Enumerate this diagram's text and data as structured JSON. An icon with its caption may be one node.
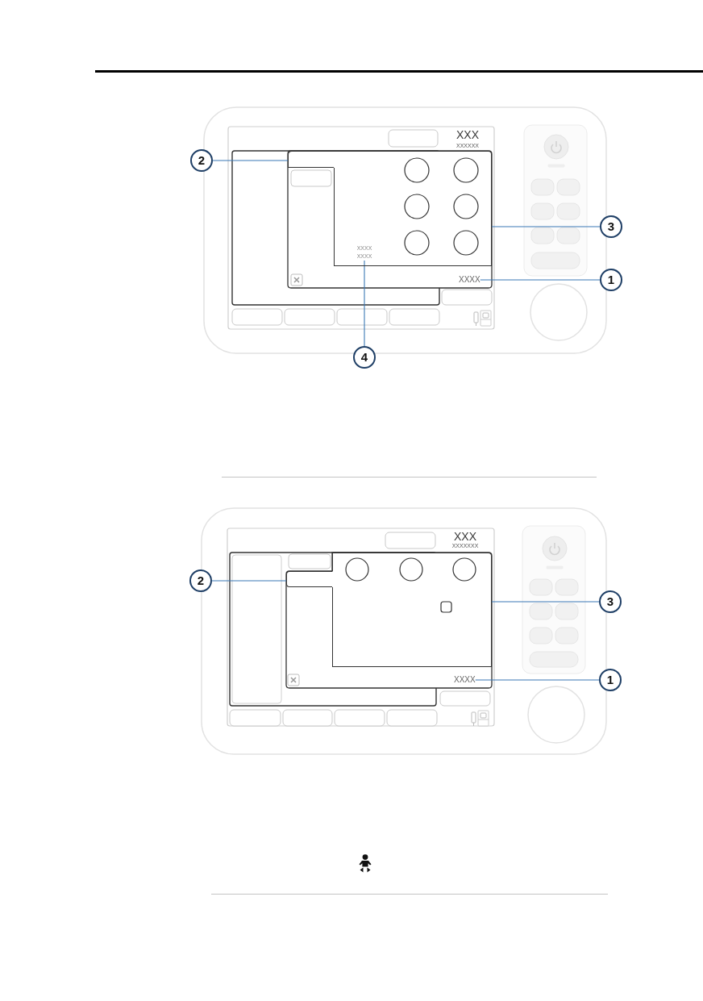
{
  "diagram": {
    "nodes": [
      {
        "text": [
          "2"
        ]
      },
      {
        "text": [],
        "shape": "box"
      },
      {
        "text": [
          "3"
        ]
      },
      {
        "text": [],
        "shape": "box"
      },
      {
        "text": [
          "1"
        ]
      },
      {
        "text": [
          "XXXX"
        ]
      },
      {
        "text": [
          "4"
        ]
      },
      {
        "text": [
          "XXXX XXXX"
        ],
        "in": 3
      },
      {
        "text": [
          "2"
        ]
      },
      {
        "text": [],
        "shape": "box"
      },
      {
        "text": [
          "3"
        ]
      },
      {
        "text": [],
        "shape": "box"
      },
      {
        "text": [
          "1"
        ]
      },
      {
        "text": [
          "XXXX"
        ]
      }
    ],
    "edges": [
      {
        "from": 0,
        "to": 1,
        "arrow": "none"
      },
      {
        "from": 2,
        "to": 3,
        "arrow": "none"
      },
      {
        "from": 4,
        "to": 5,
        "arrow": "none"
      },
      {
        "from": 6,
        "to": 7,
        "arrow": "none"
      },
      {
        "from": 8,
        "to": 9,
        "arrow": "none"
      },
      {
        "from": 10,
        "to": 11,
        "arrow": "none"
      },
      {
        "from": 12,
        "to": 13,
        "arrow": "none"
      }
    ],
    "labels": [
      "XXX",
      "XXXXXX",
      "XXX",
      "XXXXXXX"
    ]
  }
}
